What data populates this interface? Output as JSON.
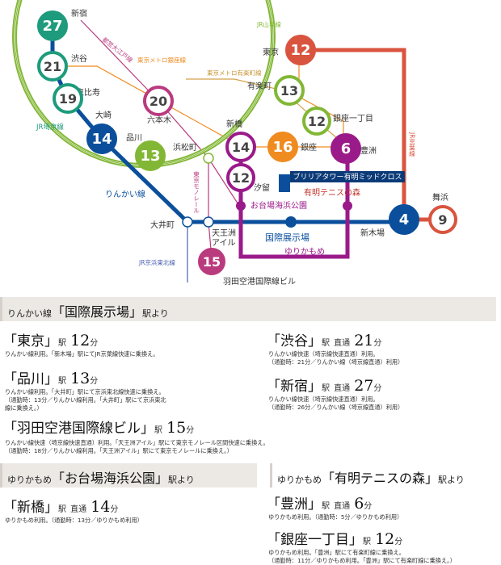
{
  "map": {
    "line_labels": {
      "oedo": "都営大江戸線",
      "ginza": "東京メトロ銀座線",
      "yurakucho": "東京メトロ有楽町線",
      "yamanote": "JR山手線",
      "saikyo": "JR埼京線",
      "rinkai": "りんかい線",
      "monorail": "東京モノレール",
      "keihin_tohoku": "JR京浜東北線",
      "keiyo": "JR京葉線",
      "yurikamome": "ゆりかもめ"
    },
    "circles": [
      {
        "num": "27",
        "color": "#1e9b7c",
        "label": "新宿"
      },
      {
        "num": "21",
        "color": "#1e9b7c",
        "label": "渋谷"
      },
      {
        "num": "19",
        "color": "#1e9b7c",
        "label": "恵比寿"
      },
      {
        "num": "14",
        "color": "#0b4f9c",
        "label": "大崎"
      },
      {
        "num": "13",
        "color": "#82b735",
        "label": "品川"
      },
      {
        "num": "20",
        "color": "#ba3a7e",
        "label": "六本木"
      },
      {
        "num": "12",
        "color": "#d9543f",
        "label": "東京"
      },
      {
        "num": "13",
        "color": "#82b735",
        "label": "有楽町"
      },
      {
        "num": "12",
        "color": "#82b735",
        "label": "銀座一丁目"
      },
      {
        "num": "16",
        "color": "#ef8b1f",
        "label": "銀座"
      },
      {
        "num": "6",
        "color": "#9a1a8a",
        "label": "豊洲"
      },
      {
        "num": "14",
        "color": "#9a1a8a",
        "label": "新橋"
      },
      {
        "num": "12",
        "color": "#9a1a8a",
        "label": "汐留"
      },
      {
        "num": "4",
        "color": "#0b4f9c",
        "label": "新木場"
      },
      {
        "num": "9",
        "color": "#d9543f",
        "label": "舞浜"
      },
      {
        "num": "15",
        "color": "#ba3a7e",
        "label": "羽田空港国際線ビル"
      }
    ],
    "labels": {
      "hamamatsucho": "浜松町",
      "oimachi": "大井町",
      "tennozu": "天王洲\nアイル",
      "odaiba": "お台場海浜公園",
      "kokusai": "国際展示場",
      "ariake": "有明テニスの森",
      "brillia": "ブリリアタワー有明ミッドクロス"
    }
  },
  "sections": {
    "rinkai": {
      "prefix": "りんかい線",
      "station": "「国際展示場」",
      "suffix": "駅より",
      "routes": [
        {
          "station": "「東京」",
          "eki": "駅",
          "direct": "",
          "minutes": "12",
          "unit": "分",
          "notes": [
            "りんかい線利用。「新木場」駅にてJR京葉線快速に乗換え。"
          ]
        },
        {
          "station": "「品川」",
          "eki": "駅",
          "direct": "",
          "minutes": "13",
          "unit": "分",
          "notes": [
            "りんかい線利用。「大井町」駅にて京浜東北線快速に乗換え。",
            "（通勤時：13分／りんかい線利用。「大井町」駅にて京浜東北",
            "線に乗換え。）"
          ]
        },
        {
          "station": "「羽田空港国際線ビル」",
          "eki": "駅",
          "direct": "",
          "minutes": "15",
          "unit": "分",
          "notes": [
            "りんかい線快速（埼京線快速直通）利用。「天王洲アイル」駅にて東京モノレール区間快速に乗換え。",
            "（通勤時：18分／りんかい線利用。「天王洲アイル」駅にて東京モノレールに乗換え。）"
          ]
        },
        {
          "station": "「渋谷」",
          "eki": "駅",
          "direct": "直通",
          "minutes": "21",
          "unit": "分",
          "notes": [
            "りんかい線快速（埼京線快速直通）利用。",
            "（通勤時：21分／りんかい線（埼京線直通）利用）"
          ]
        },
        {
          "station": "「新宿」",
          "eki": "駅",
          "direct": "直通",
          "minutes": "27",
          "unit": "分",
          "notes": [
            "りんかい線快速（埼京線快速直通）利用。",
            "（通勤時：26分／りんかい線（埼京線直通）利用）"
          ]
        }
      ]
    },
    "yurikamome_odaiba": {
      "prefix": "ゆりかもめ",
      "station": "「お台場海浜公園」",
      "suffix": "駅より",
      "routes": [
        {
          "station": "「新橋」",
          "eki": "駅",
          "direct": "直通",
          "minutes": "14",
          "unit": "分",
          "notes": [
            "ゆりかもめ利用。（通勤時：13分／ゆりかもめ利用）"
          ]
        }
      ]
    },
    "yurikamome_ariake": {
      "prefix": "ゆりかもめ",
      "station": "「有明テニスの森」",
      "suffix": "駅より",
      "routes": [
        {
          "station": "「豊洲」",
          "eki": "駅",
          "direct": "直通",
          "minutes": "6",
          "unit": "分",
          "notes": [
            "ゆりかもめ利用。（通勤時：5分／ゆりかもめ利用）"
          ]
        },
        {
          "station": "「銀座一丁目」",
          "eki": "駅",
          "direct": "",
          "minutes": "12",
          "unit": "分",
          "notes": [
            "ゆりかもめ利用。「豊洲」駅にて有楽町線に乗換え。",
            "（通勤時：11分／ゆりかもめ利用。「豊洲」駅にて有楽町線に乗換え。）"
          ]
        }
      ]
    }
  }
}
